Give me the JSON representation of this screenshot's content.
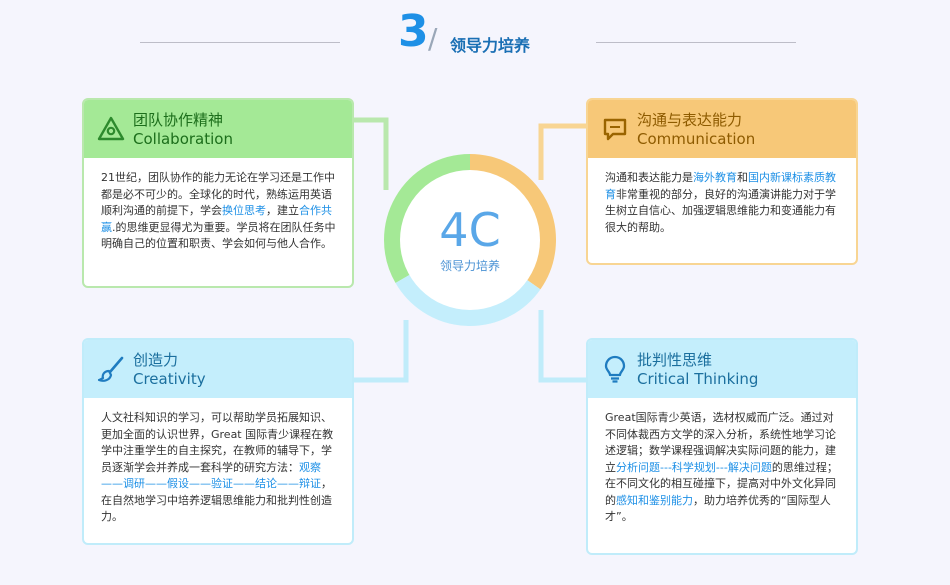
{
  "header": {
    "number": "3",
    "slash": "/",
    "title": "领导力培养"
  },
  "center": {
    "big": "4C",
    "small": "领导力培养",
    "ring_colors": [
      "#a4e996",
      "#f7c878",
      "#c4eefc"
    ]
  },
  "cards": {
    "collab": {
      "icon": "triangle-network-icon",
      "zh": "团队协作精神",
      "en": "Collaboration",
      "color": "#a4e996",
      "p1": "21世纪，团队协作的能力无论在学习还是工作中都是必不可少的。全球化的时代，熟练运用英语顺利沟通的前提下，学会",
      "h1": "换位思考",
      "p2": "，建立",
      "h2": "合作共赢",
      "p3": ".的思维更显得尤为重要。学员将在团队任务中明确自己的位置和职责、学会如何与他人合作。"
    },
    "comm": {
      "icon": "speech-bubble-icon",
      "zh": "沟通与表达能力",
      "en": "Communication",
      "color": "#f7c878",
      "p1": "沟通和表达能力是",
      "h1": "海外教育",
      "p2": "和",
      "h2": "国内新课标素质教育",
      "p3": "非常重视的部分，良好的沟通演讲能力对于学生树立自信心、加强逻辑思维能力和变通能力有很大的帮助。"
    },
    "create": {
      "icon": "paintbrush-icon",
      "zh": "创造力",
      "en": "Creativity",
      "color": "#c4eefc",
      "p1": "人文社科知识的学习，可以帮助学员拓展知识、更加全面的认识世界，Great 国际青少课程在教学中注重学生的自主探究，在教师的辅导下，学员逐渐学会并养成一套科学的研究方法：",
      "h1": "观察——调研——假设——验证——结论——辩证",
      "p2": "，在自然地学习中培养逻辑思维能力和批判性创造力。"
    },
    "crit": {
      "icon": "lightbulb-icon",
      "zh": "批判性思维",
      "en": "Critical Thinking",
      "color": "#c4eefc",
      "p1": "Great国际青少英语，选材权威而广泛。通过对不同体裁西方文学的深入分析，系统性地学习论述逻辑；数学课程强调解决实际问题的能力，建立",
      "h1": "分析问题---科学规划---解决问题",
      "p2": "的思维过程；在不同文化的相互碰撞下，提高对中外文化异同的",
      "h2": "感知和鉴别能力",
      "p3": "，助力培养优秀的“国际型人才”。"
    }
  }
}
